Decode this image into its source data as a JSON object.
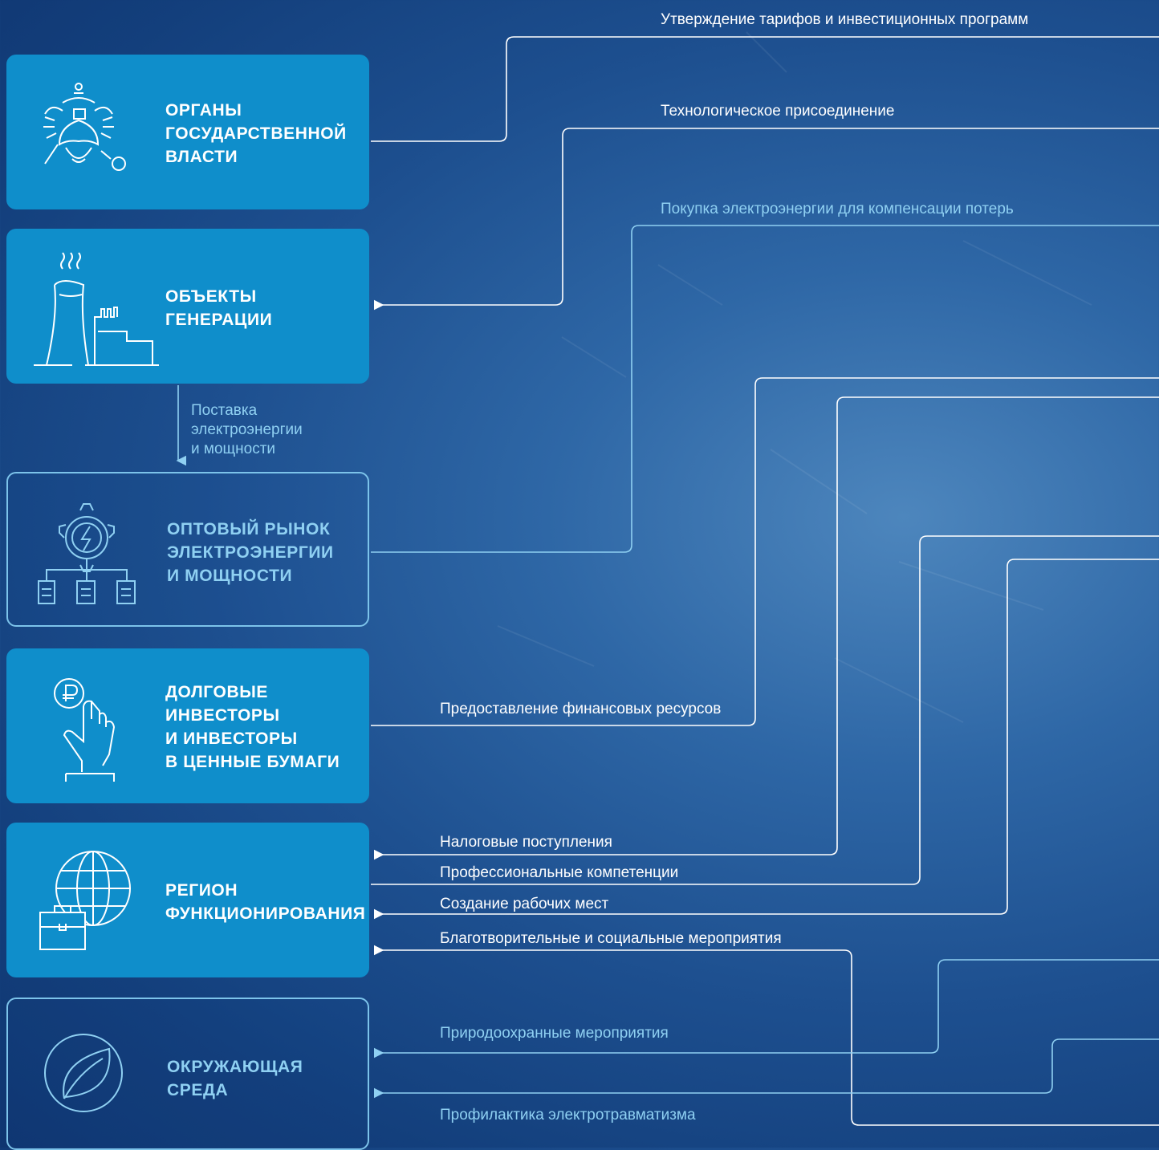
{
  "colors": {
    "box_fill": "#0f8ecb",
    "box_outline": "#7cc3ea",
    "line_white": "#ffffff",
    "line_light": "#8fd0f2",
    "background": "#1d4f8f"
  },
  "boxes": [
    {
      "id": "authorities",
      "title": "ОРГАНЫ\nГОСУДАРСТВЕННОЙ\nВЛАСТИ",
      "style": "filled",
      "icon": "state-emblem-icon"
    },
    {
      "id": "generation",
      "title": "ОБЪЕКТЫ\nГЕНЕРАЦИИ",
      "style": "filled",
      "icon": "power-plant-icon"
    },
    {
      "id": "wholesale",
      "title": "ОПТОВЫЙ РЫНОК\nЭЛЕКТРОЭНЕРГИИ\nИ МОЩНОСТИ",
      "style": "outline",
      "icon": "energy-market-icon"
    },
    {
      "id": "investors",
      "title": "ДОЛГОВЫЕ\nИНВЕСТОРЫ\nИ ИНВЕСТОРЫ\nВ ЦЕННЫЕ БУМАГИ",
      "style": "filled",
      "icon": "ruble-hand-icon"
    },
    {
      "id": "region",
      "title": "РЕГИОН\nФУНКЦИОНИРОВАНИЯ",
      "style": "filled",
      "icon": "globe-briefcase-icon"
    },
    {
      "id": "environment",
      "title": "ОКРУЖАЮЩАЯ\nСРЕДА",
      "style": "outline",
      "icon": "leaf-icon"
    }
  ],
  "supply_label": "Поставка\nэлектроэнергии\nи мощности",
  "flows": [
    {
      "label": "Утверждение тарифов и инвестиционных программ",
      "tone": "white",
      "from": "ОРГАНЫ ГОСУДАРСТВЕННОЙ ВЛАСТИ"
    },
    {
      "label": "Технологическое присоединение",
      "tone": "white",
      "to": "ОБЪЕКТЫ ГЕНЕРАЦИИ"
    },
    {
      "label": "Покупка электроэнергии для компенсации потерь",
      "tone": "light",
      "from": "ОПТОВЫЙ РЫНОК ЭЛЕКТРОЭНЕРГИИ И МОЩНОСТИ"
    },
    {
      "label": "Предоставление финансовых ресурсов",
      "tone": "white",
      "from": "ДОЛГОВЫЕ ИНВЕСТОРЫ И ИНВЕСТОРЫ В ЦЕННЫЕ БУМАГИ"
    },
    {
      "label": "Налоговые поступления",
      "tone": "white",
      "to": "РЕГИОН ФУНКЦИОНИРОВАНИЯ"
    },
    {
      "label": "Профессиональные компетенции",
      "tone": "white",
      "from": "РЕГИОН ФУНКЦИОНИРОВАНИЯ"
    },
    {
      "label": "Создание рабочих мест",
      "tone": "white",
      "to": "РЕГИОН ФУНКЦИОНИРОВАНИЯ"
    },
    {
      "label": "Благотворительные и социальные мероприятия",
      "tone": "white",
      "to": "РЕГИОН ФУНКЦИОНИРОВАНИЯ"
    },
    {
      "label": "Природоохранные мероприятия",
      "tone": "light",
      "to": "ОКРУЖАЮЩАЯ СРЕДА"
    },
    {
      "label": "Профилактика электротравматизма",
      "tone": "light",
      "to": "ОКРУЖАЮЩАЯ СРЕДА"
    }
  ]
}
